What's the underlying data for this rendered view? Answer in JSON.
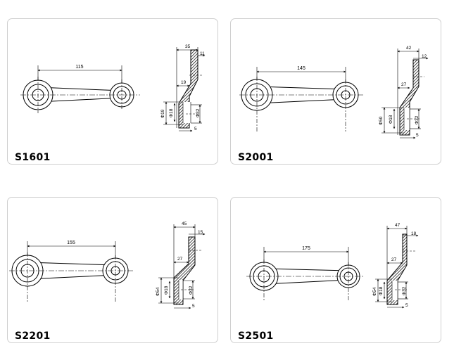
{
  "panels": [
    {
      "code": "S1601",
      "length": "115",
      "top_width": "35",
      "top_right": "11",
      "offset": "19",
      "outer_dia": "Φ19",
      "bore_dia": "Φ18",
      "right_dia": "Φ32",
      "bottom": "5"
    },
    {
      "code": "S2001",
      "length": "145",
      "top_width": "42",
      "top_right": "12",
      "offset": "27",
      "outer_dia": "Φ50",
      "bore_dia": "Φ18",
      "right_dia": "Φ32",
      "bottom": "5"
    },
    {
      "code": "S2201",
      "length": "155",
      "top_width": "45",
      "top_right": "15",
      "offset": "27",
      "outer_dia": "Φ54",
      "bore_dia": "Φ18",
      "right_dia": "Φ32",
      "bottom": "5"
    },
    {
      "code": "S2501",
      "length": "175",
      "top_width": "47",
      "top_right": "18",
      "offset": "27",
      "outer_dia": "Φ54",
      "bore_dia": "Φ18",
      "right_dia": "Φ32",
      "bottom": "5"
    }
  ]
}
